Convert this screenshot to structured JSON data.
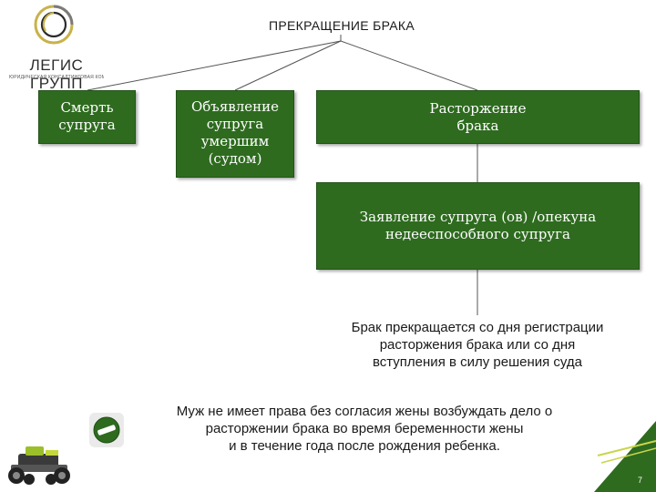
{
  "logo": {
    "name": "ЛЕГИС ГРУПП",
    "tagline": "ЮРИДИЧЕСКАЯ КОНСАЛТИНГОВАЯ КОМПАНИЯ",
    "accent_color": "#c9b24a"
  },
  "diagram": {
    "title": "ПРЕКРАЩЕНИЕ БРАКА",
    "branches": {
      "death": "Смерть\nсупруга",
      "declared_dead": "Объявление\nсупруга\nумершим\n(судом)",
      "divorce": "Расторжение\nбрака"
    },
    "application": "Заявление супруга (ов) /опекуна\nнедееспособного супруга",
    "result": "Брак прекращается со дня регистрации\nрасторжения брака или со дня\nвступления в силу решения суда",
    "note": "Муж не имеет права без согласия жены возбуждать дело о\nрасторжении брака во время беременности жены\nи в течение года после рождения ребенка.",
    "box_color": "#2e6b1f",
    "note_icon": "prohibition-icon"
  },
  "page": {
    "number": "7",
    "corner_color": "#c8d64a"
  }
}
